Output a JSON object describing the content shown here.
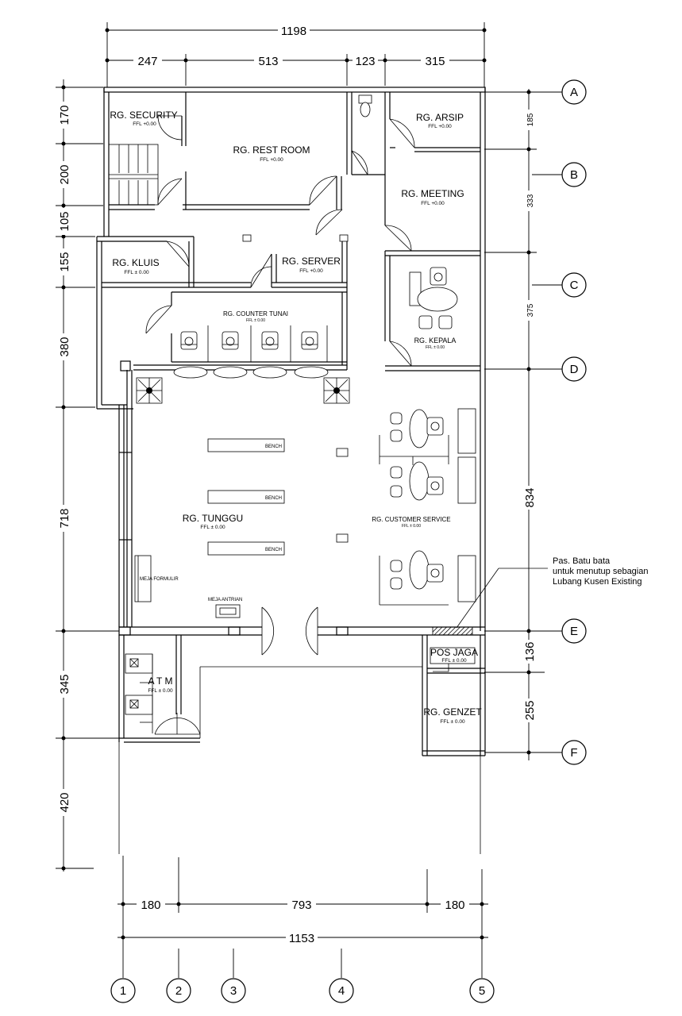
{
  "dimensions": {
    "top_total": "1198",
    "top_segments": [
      "247",
      "513",
      "123",
      "315"
    ],
    "bottom_segments": [
      "180",
      "793",
      "180"
    ],
    "bottom_total": "1153",
    "left": [
      "170",
      "200",
      "105",
      "155",
      "380",
      "718",
      "345",
      "420"
    ],
    "right": [
      "185",
      "333",
      "375",
      "834",
      "136",
      "255"
    ]
  },
  "grid_rows": [
    "A",
    "B",
    "C",
    "D",
    "E",
    "F"
  ],
  "grid_cols": [
    "1",
    "2",
    "3",
    "4",
    "5"
  ],
  "rooms": {
    "security": {
      "name": "RG. SECURITY",
      "ffl": "FFL +0.00"
    },
    "rest_room": {
      "name": "RG. REST ROOM",
      "ffl": "FFL +0.00"
    },
    "arsip": {
      "name": "RG. ARSIP",
      "ffl": "FFL +0.00"
    },
    "meeting": {
      "name": "RG. MEETING",
      "ffl": "FFL +0.00"
    },
    "kluis": {
      "name": "RG. KLUIS",
      "ffl": "FFL ± 0.00"
    },
    "server": {
      "name": "RG. SERVER",
      "ffl": "FFL +0.00"
    },
    "counter": {
      "name": "RG. COUNTER TUNAI",
      "ffl": "FFL ± 0.00"
    },
    "kepala": {
      "name": "RG. KEPALA",
      "ffl": "FFL ± 0.00"
    },
    "tunggu": {
      "name": "RG. TUNGGU",
      "ffl": "FFL ± 0.00"
    },
    "cs": {
      "name": "RG. CUSTOMER SERVICE",
      "ffl": "FFL ± 0.00"
    },
    "pos_jaga": {
      "name": "POS JAGA",
      "ffl": "FFL ± 0.00"
    },
    "genzet": {
      "name": "RG. GENZET",
      "ffl": "FFL ± 0.00"
    },
    "atm": {
      "name": "A T M",
      "ffl": "FFL ± 0.00"
    }
  },
  "furniture": {
    "bench": "BENCH",
    "meja_formulir": "MEJA FORMULIR",
    "meja_antrian": "MEJA ANTRIAN"
  },
  "note": [
    "Pas. Batu bata",
    "untuk menutup sebagian",
    "Lubang Kusen Existing"
  ]
}
